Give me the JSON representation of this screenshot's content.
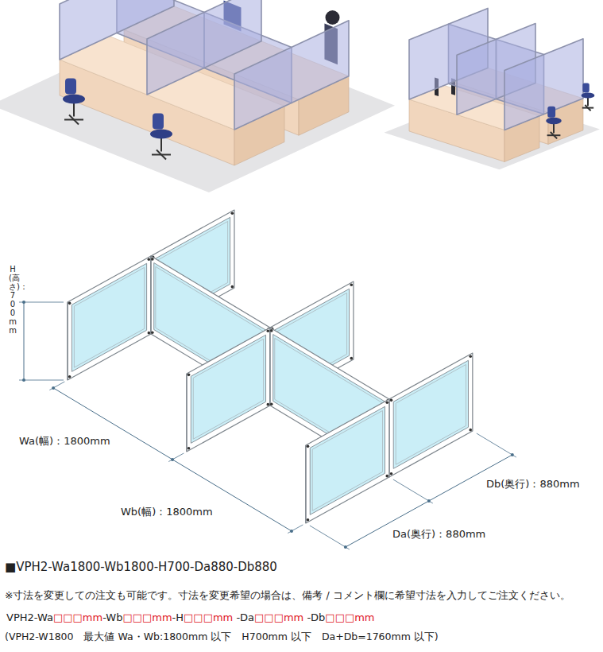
{
  "diagram": {
    "labels": [
      "H(高さ)：700mm",
      "Wa(幅)：1800mm",
      "Wb(幅)：1800mm",
      "Db(奥行)：880mm",
      "Da(奥行)：880mm",
      "■VPH2-Wa1800-Wb1800-H700-Da880-Db880",
      "※寸法を変更しての注文も可能です。寸法を変更希望の場合は、備考 / コメント欄に希望寸法を入力してご注文ください。",
      "VPH2-Wa",
      "□□□mm",
      "-Wb",
      "□□□mm",
      "-H",
      "□□□mm",
      " -Da",
      "□□□mm",
      " -Db",
      "□□□mm",
      "(VPH2-W1800　最大値 Wa・Wb:1800mm 以下　H700mm 以下　Da+Db=1760mm 以下)"
    ]
  }
}
